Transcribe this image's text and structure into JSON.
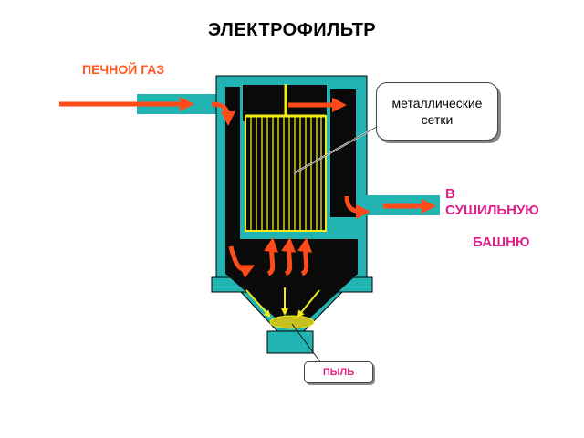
{
  "title": "ЭЛЕКТРОФИЛЬТР",
  "labels": {
    "inlet_gas": "ПЕЧНОЙ ГАЗ",
    "outlet_line1": "В",
    "outlet_line2": "СУШИЛЬНУЮ",
    "outlet_line3": "БАШНЮ",
    "mesh": "металлические сетки",
    "dust": "ПЫЛЬ"
  },
  "colors": {
    "body": "#22b3b3",
    "chamber": "#0a0a0a",
    "mesh": "#f2ea1a",
    "flow_arrow": "#ff4a1a",
    "dust_arrow": "#f2ea1a",
    "inlet_text": "#ff5a1f",
    "outlet_text": "#e0208a"
  }
}
